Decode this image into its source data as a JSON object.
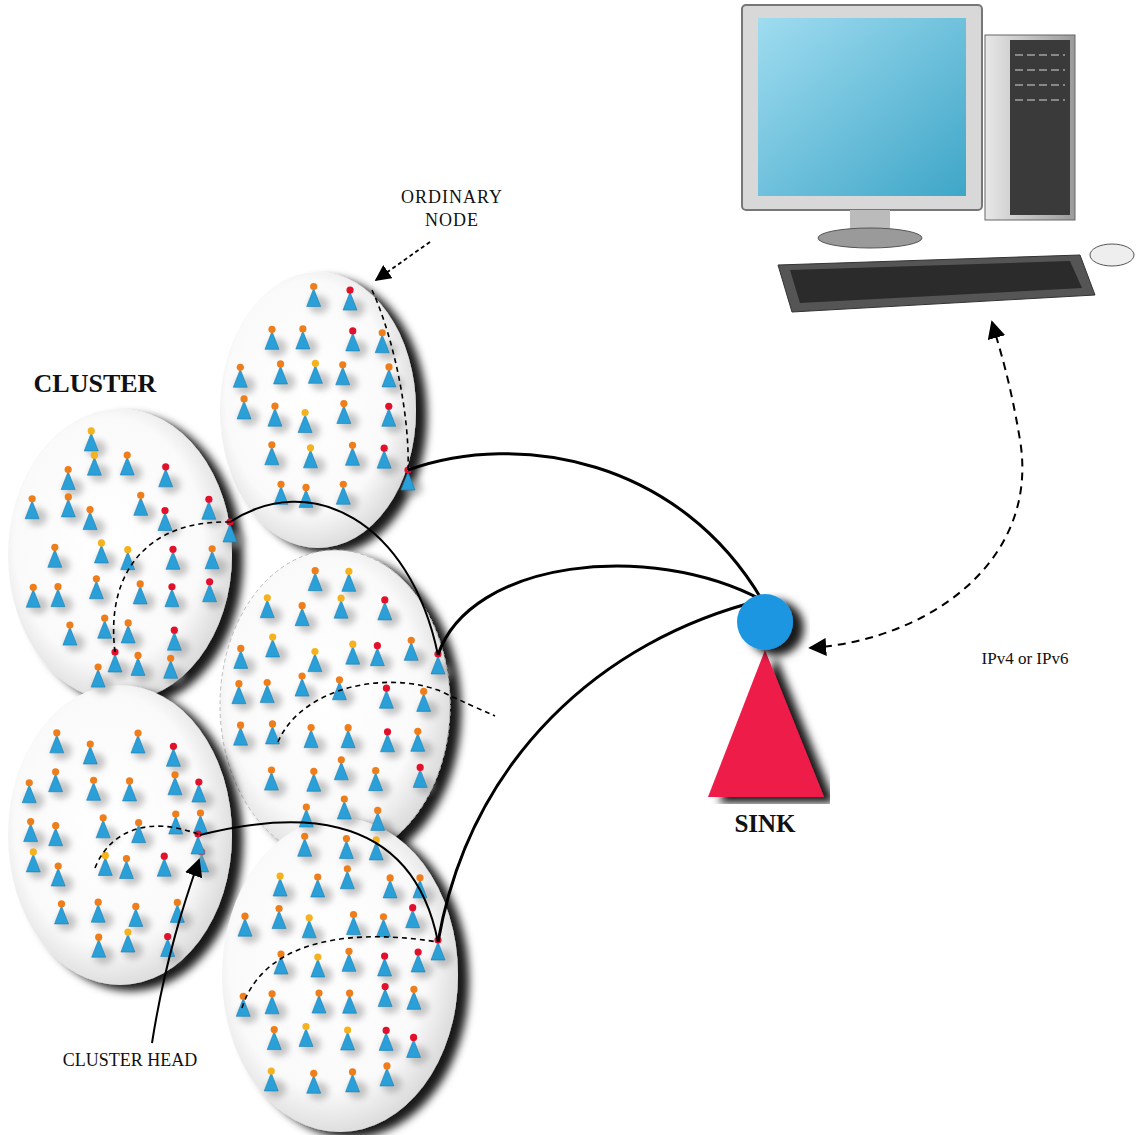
{
  "diagram": {
    "nodes": [
      {
        "text": [
          "SINK"
        ]
      }
    ],
    "labels": [
      "ORDINARY NODE",
      "CLUSTER",
      "CLUSTER HEAD",
      "IPv4 or IPv6"
    ]
  }
}
